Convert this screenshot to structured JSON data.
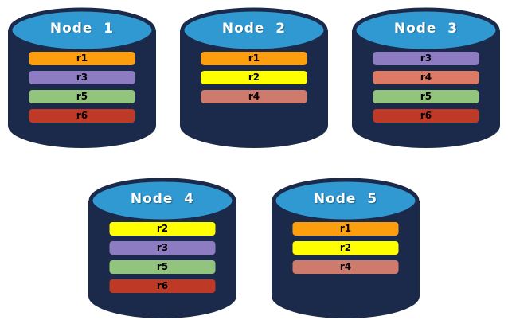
{
  "canvas": {
    "background": "#FFFFFF"
  },
  "palette": {
    "cylinder_body": "#1B2A4A",
    "cylinder_cap": "#3099D1",
    "title_color": "#FFFFFF",
    "bar_text_color": "#000000"
  },
  "replica_legend": {
    "r1": "#FC9E0D",
    "r2": "#FFFF00",
    "r3": "#8E7CC3",
    "r4": "#CE7B6D",
    "r5": "#93C47D",
    "r6": "#BF3A26"
  },
  "nodes": [
    {
      "label": "Node  1",
      "replicas": [
        {
          "id": "r1",
          "color": "#FC9E0D"
        },
        {
          "id": "r3",
          "color": "#8E7CC3"
        },
        {
          "id": "r5",
          "color": "#93C47D"
        },
        {
          "id": "r6",
          "color": "#BF3A26"
        }
      ]
    },
    {
      "label": "Node  2",
      "replicas": [
        {
          "id": "r1",
          "color": "#FC9E0D"
        },
        {
          "id": "r2",
          "color": "#FFFF00"
        },
        {
          "id": "r4",
          "color": "#CE7B6D"
        }
      ]
    },
    {
      "label": "Node  3",
      "replicas": [
        {
          "id": "r3",
          "color": "#8E7CC3"
        },
        {
          "id": "r4",
          "color": "#DD7A66"
        },
        {
          "id": "r5",
          "color": "#93C47D"
        },
        {
          "id": "r6",
          "color": "#BF3A26"
        }
      ]
    },
    {
      "label": "Node  4",
      "replicas": [
        {
          "id": "r2",
          "color": "#FFFF00"
        },
        {
          "id": "r3",
          "color": "#8E7CC3"
        },
        {
          "id": "r5",
          "color": "#93C47D"
        },
        {
          "id": "r6",
          "color": "#BF3A26"
        }
      ]
    },
    {
      "label": "Node  5",
      "replicas": [
        {
          "id": "r1",
          "color": "#FC9E0D"
        },
        {
          "id": "r2",
          "color": "#FFFF00"
        },
        {
          "id": "r4",
          "color": "#CE7B6D"
        }
      ]
    }
  ]
}
